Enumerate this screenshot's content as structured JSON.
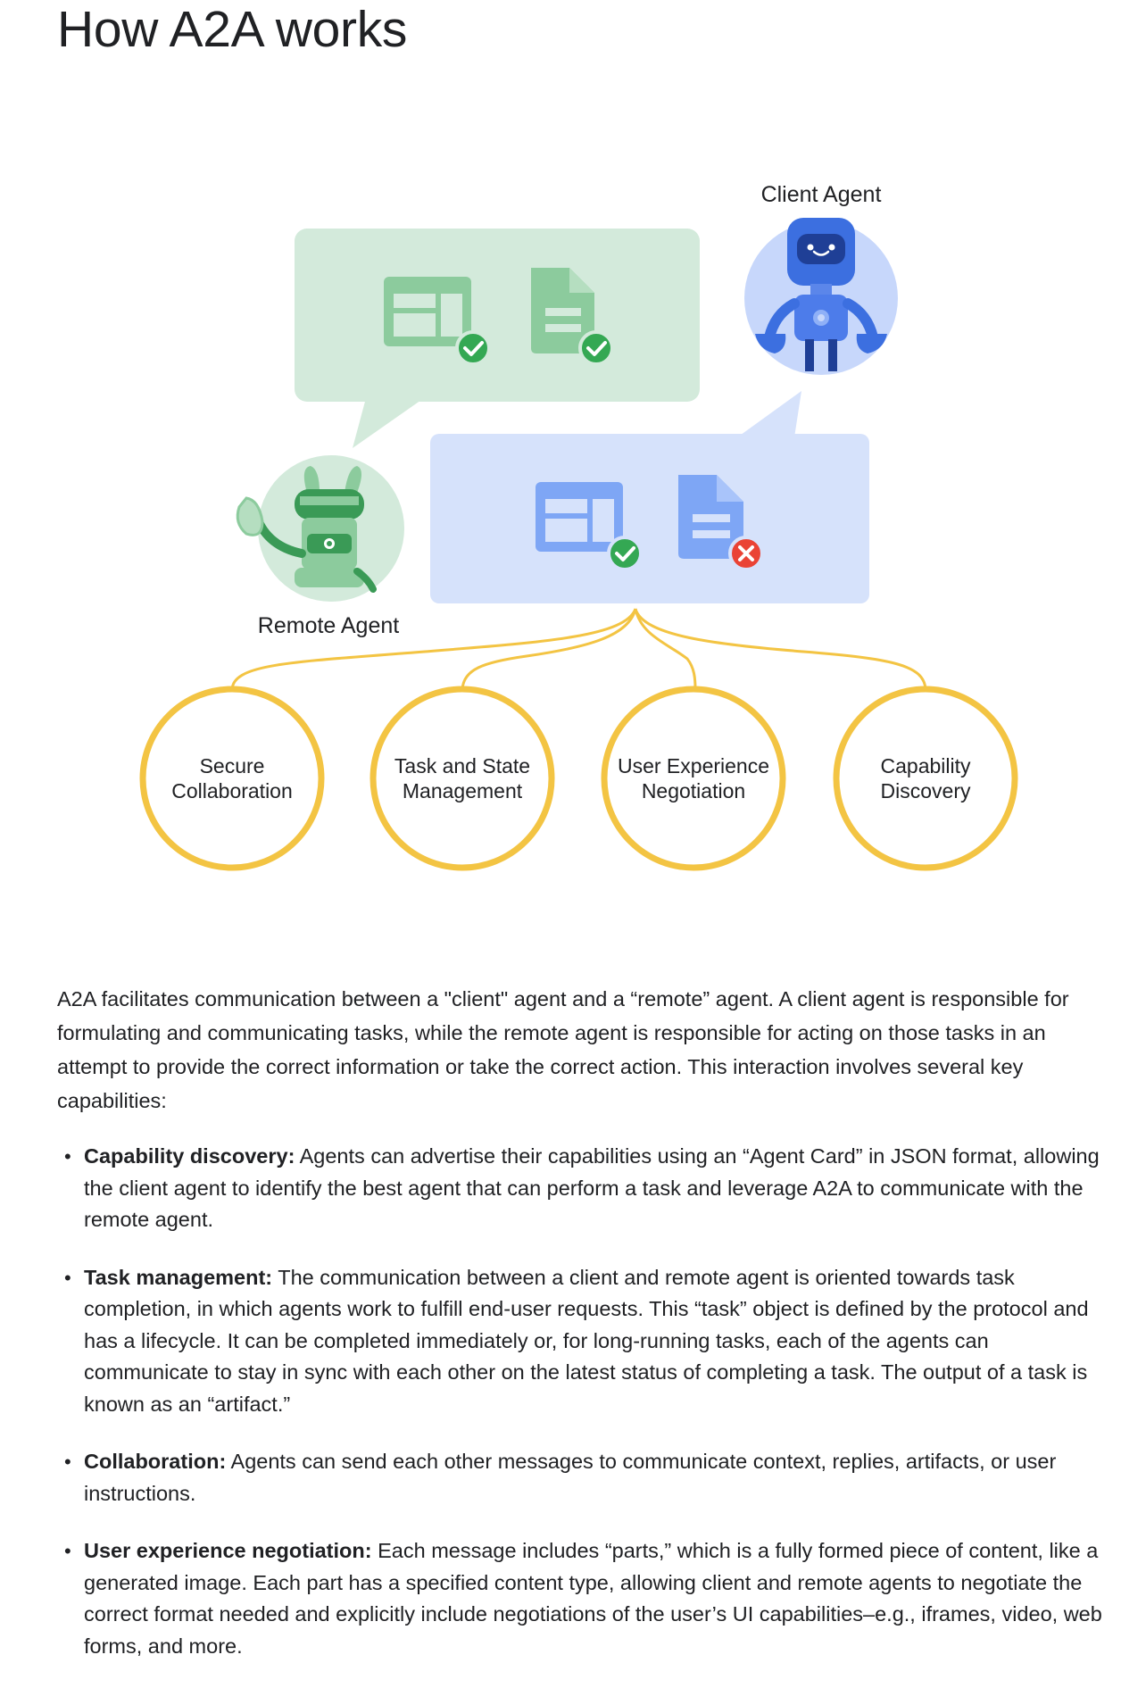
{
  "title": "How A2A works",
  "diagram": {
    "client_agent_label": "Client Agent",
    "remote_agent_label": "Remote Agent",
    "capability_circles": [
      {
        "line1": "Secure",
        "line2": "Collaboration"
      },
      {
        "line1": "Task and State",
        "line2": "Management"
      },
      {
        "line1": "User Experience",
        "line2": "Negotiation"
      },
      {
        "line1": "Capability",
        "line2": "Discovery"
      }
    ],
    "colors": {
      "green_bubble": "#d3eadb",
      "green_icon": "#8ccb9d",
      "green_check": "#34a853",
      "blue_bubble": "#d6e2fb",
      "blue_icon": "#7ea6f5",
      "red_x": "#ea4335",
      "circle_stroke": "#f3c443",
      "robot_blue": "#3c6fe0",
      "robot_circle": "#c7d7fb",
      "remote_circle": "#d3eadb",
      "remote_green": "#3a9a56"
    }
  },
  "intro": "A2A facilitates communication between a \"client\" agent and a “remote” agent. A client agent is responsible for formulating and communicating tasks, while the remote agent is responsible for acting on those tasks in an attempt to provide the correct information or take the correct action. This interaction involves several key capabilities:",
  "capabilities": [
    {
      "term": "Capability discovery:",
      "text": " Agents can advertise their capabilities using an “Agent Card” in JSON format, allowing the client agent to identify the best agent that can perform a task and leverage A2A to communicate with the remote agent."
    },
    {
      "term": "Task management:",
      "text": " The communication between a client and remote agent is oriented towards task completion, in which agents work to fulfill end-user requests. This “task” object is defined by the protocol and has a lifecycle. It can be completed immediately or, for long-running tasks, each of the agents can communicate to stay in sync with each other on the latest status of completing a task. The output of a task is known as an “artifact.”"
    },
    {
      "term": "Collaboration:",
      "text": " Agents can send each other messages to communicate context, replies, artifacts, or user instructions."
    },
    {
      "term": "User experience negotiation:",
      "text": " Each message includes “parts,” which is a fully formed piece of content, like a generated image. Each part has a specified content type, allowing client and remote agents to negotiate the correct format needed and explicitly include negotiations of the user’s UI capabilities–e.g., iframes, video, web forms, and more."
    }
  ]
}
